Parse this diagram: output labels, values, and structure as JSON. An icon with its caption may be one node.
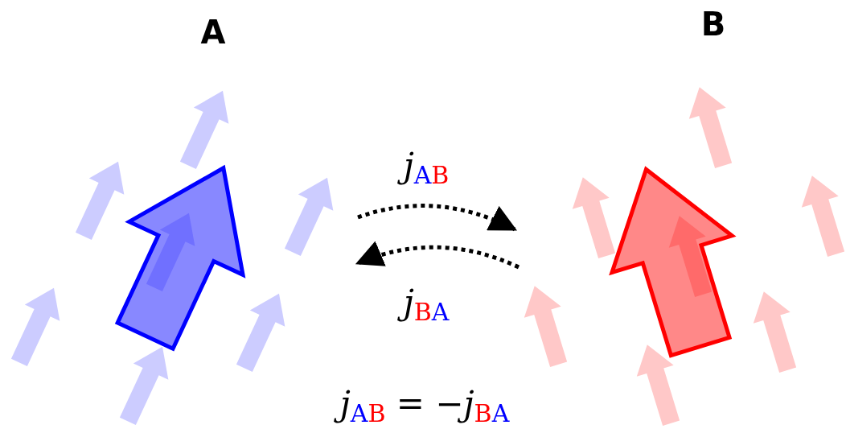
{
  "diagram": {
    "nodes": [
      {
        "text": [
          "A"
        ]
      },
      {
        "text": [
          "B"
        ]
      }
    ],
    "edges": [
      {
        "from": 0,
        "to": 1,
        "arrow": "to",
        "style": "dashed",
        "label": "*j*$_{AB}$"
      },
      {
        "from": 1,
        "to": 0,
        "arrow": "to",
        "style": "dashed",
        "label": "*j*$_{BA}$"
      }
    ],
    "labels": [
      "*j*$_{AB}$ = −*j*$_{BA}$"
    ]
  }
}
